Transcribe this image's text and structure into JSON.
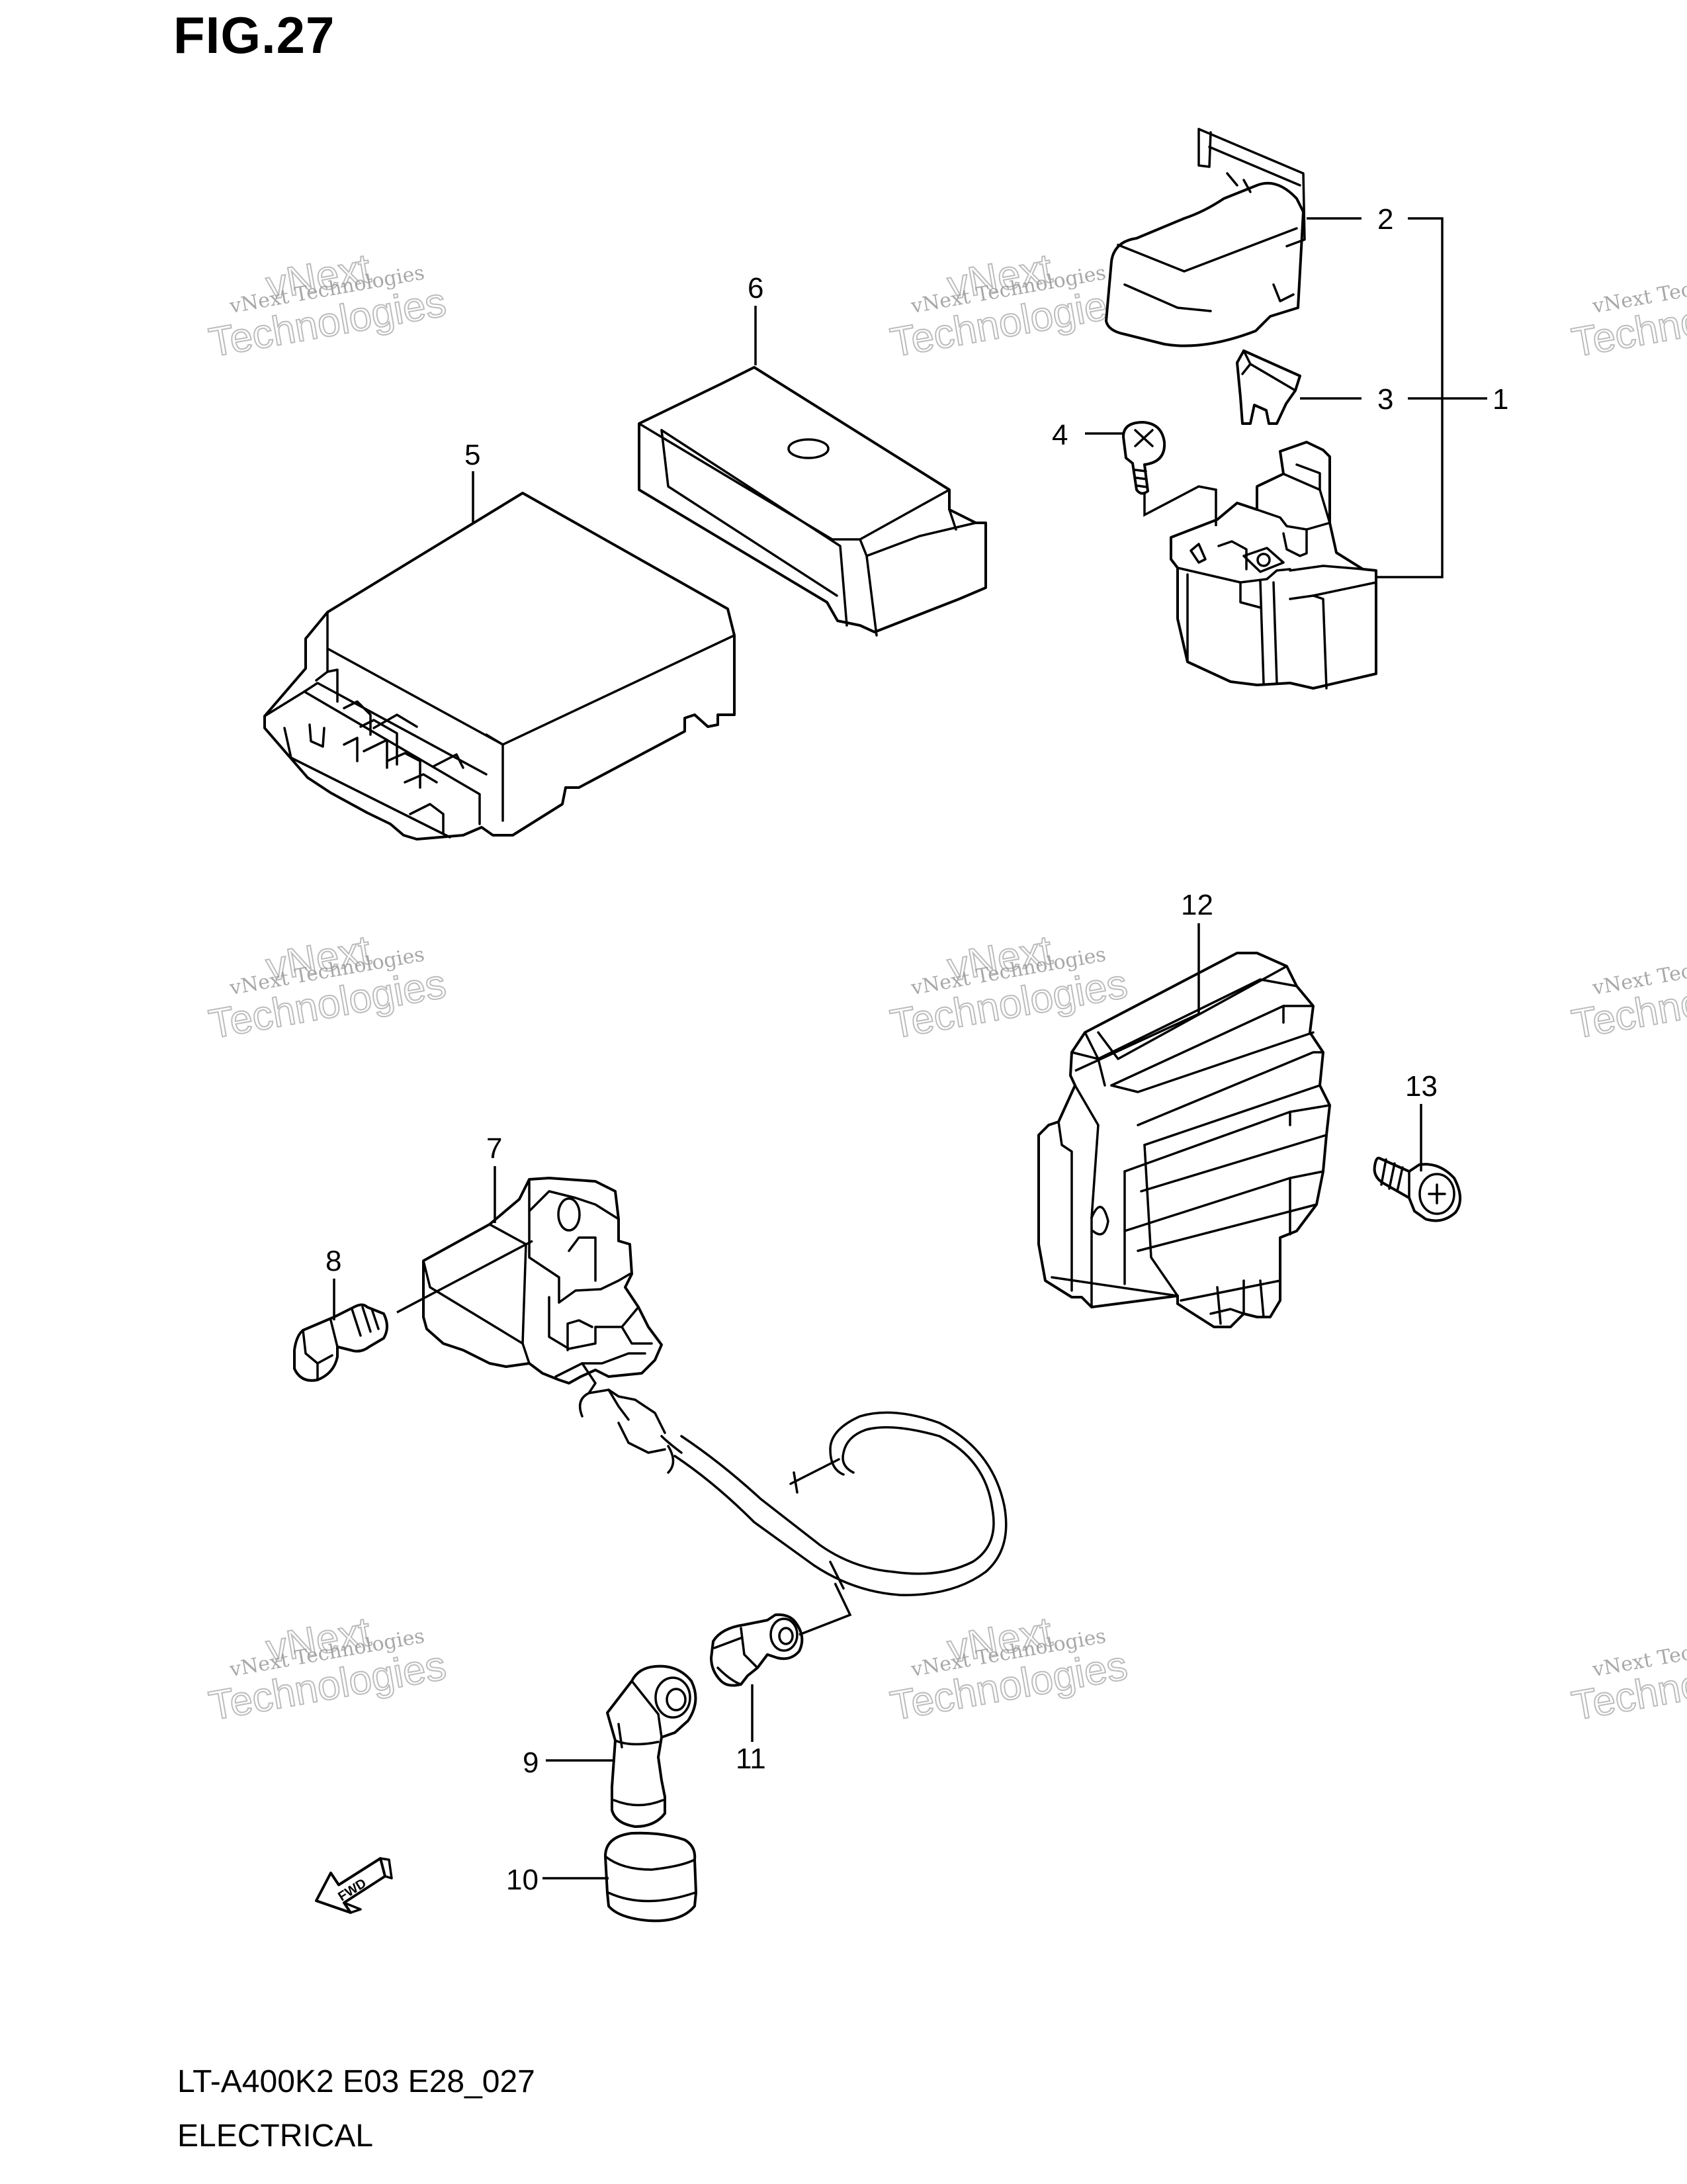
{
  "figure": {
    "title": "FIG.27"
  },
  "footer": {
    "model_code": "LT-A400K2 E03 E28_027",
    "section": "ELECTRICAL"
  },
  "watermark": {
    "line1": "vNext Technologies",
    "line2": "vNext",
    "line3": "Technologies"
  },
  "callouts": {
    "c1": "1",
    "c2": "2",
    "c3": "3",
    "c4": "4",
    "c5": "5",
    "c6": "6",
    "c7": "7",
    "c8": "8",
    "c9": "9",
    "c10": "10",
    "c11": "11",
    "c12": "12",
    "c13": "13"
  },
  "fwd": {
    "label": "FWD"
  }
}
